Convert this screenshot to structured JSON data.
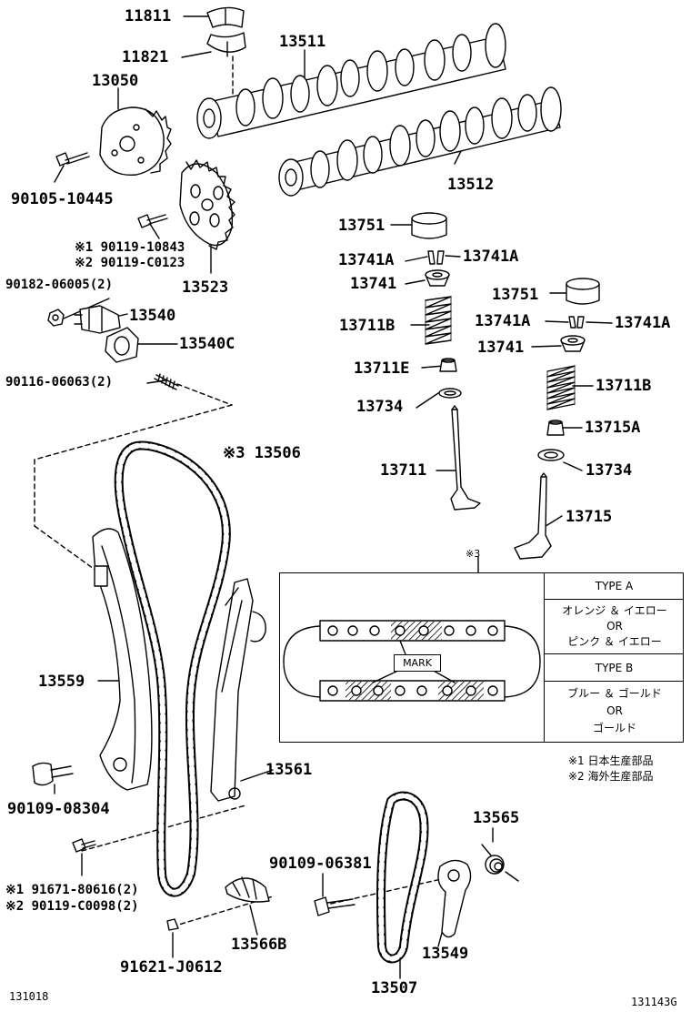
{
  "labels": {
    "p11811": "11811",
    "p11821": "11821",
    "p13511": "13511",
    "p13050": "13050",
    "p13512": "13512",
    "p90105": "90105-10445",
    "p13751a": "13751",
    "p90119a": "※1 90119-10843",
    "p90119b": "※2 90119-C0123",
    "p13741a_l": "13741A",
    "p13741a_r": "13741A",
    "p13741_a": "13741",
    "p13523": "13523",
    "p90182": "90182-06005(2)",
    "p13751b": "13751",
    "p13540": "13540",
    "p13711b_a": "13711B",
    "p13741a_l2": "13741A",
    "p13741a_r2": "13741A",
    "p13540c": "13540C",
    "p13741_b": "13741",
    "p13711e": "13711E",
    "p90116": "90116-06063(2)",
    "p13711b_b": "13711B",
    "p13734a": "13734",
    "p13715a": "13715A",
    "p13506": "※3 13506",
    "p13711": "13711",
    "p13734b": "13734",
    "p13715": "13715",
    "p13559": "13559",
    "p13561": "13561",
    "p90109a": "90109-08304",
    "p13565": "13565",
    "p90109b": "90109-06381",
    "p91671": "※1 91671-80616(2)",
    "p90119c": "※2 90119-C0098(2)",
    "p13566b": "13566B",
    "p91621": "91621-J0612",
    "p13549": "13549",
    "p13507": "13507"
  },
  "corners": {
    "left": "131018",
    "right": "131143G"
  },
  "legend": {
    "box_ref": "※3",
    "mark": "MARK",
    "type_a": "TYPE A",
    "type_a_l1": "オレンジ ＆ イエロー",
    "type_a_l2": "OR",
    "type_a_l3": "ピンク ＆ イエロー",
    "type_b": "TYPE B",
    "type_b_l1": "ブルー ＆ ゴールド",
    "type_b_l2": "OR",
    "type_b_l3": "ゴールド"
  },
  "notes": {
    "n1": "※1 日本生産部品",
    "n2": "※2 海外生産部品"
  }
}
